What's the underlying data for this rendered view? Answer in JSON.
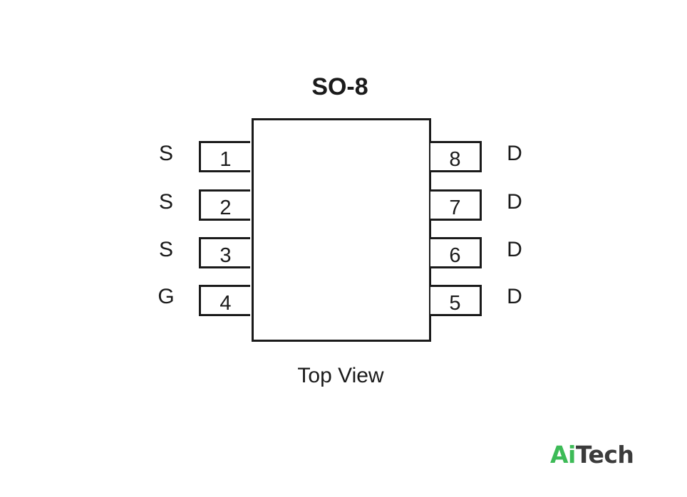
{
  "title": "SO-8",
  "caption": "Top View",
  "pins": {
    "left": [
      {
        "number": "1",
        "signal": "S"
      },
      {
        "number": "2",
        "signal": "S"
      },
      {
        "number": "3",
        "signal": "S"
      },
      {
        "number": "4",
        "signal": "G"
      }
    ],
    "right": [
      {
        "number": "8",
        "signal": "D"
      },
      {
        "number": "7",
        "signal": "D"
      },
      {
        "number": "6",
        "signal": "D"
      },
      {
        "number": "5",
        "signal": "D"
      }
    ]
  },
  "logo": {
    "prefix": "Ai",
    "suffix": "Tech",
    "prefix_color": "#3dbb57",
    "suffix_color": "#3b3b3b"
  }
}
